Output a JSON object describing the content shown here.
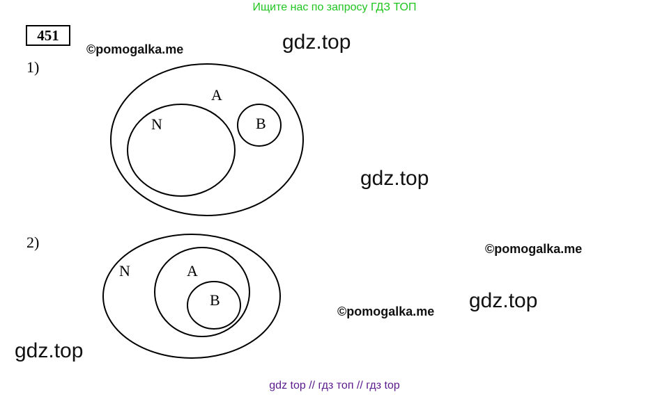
{
  "header": {
    "text": "Ищите нас по запросу ГДЗ ТОП"
  },
  "task": {
    "number": "451"
  },
  "parts": {
    "p1": "1)",
    "p2": "2)"
  },
  "diagram1": {
    "labels": {
      "outer": "A",
      "left": "N",
      "right": "B"
    }
  },
  "diagram2": {
    "labels": {
      "outer": "N",
      "middle": "A",
      "inner": "B"
    }
  },
  "watermarks": {
    "gdz": "gdz.top",
    "pomogalka": "©pomogalka.me"
  },
  "footer": {
    "text": "gdz top  //  гдз топ  //  гдз top"
  }
}
